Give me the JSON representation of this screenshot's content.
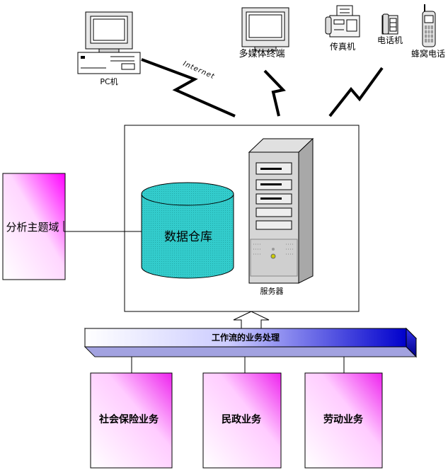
{
  "devices": {
    "pc_label": "PC机",
    "multimedia_label": "多媒体终端",
    "fax_label": "传真机",
    "phone_label": "电话机",
    "cellphone_label": "蜂窝电话"
  },
  "links": {
    "internet_label": "Internet"
  },
  "core": {
    "warehouse_label": "数据仓库",
    "server_label": "服务器"
  },
  "analysis": {
    "label": "分析主题域"
  },
  "workflow": {
    "label": "工作流的业务处理"
  },
  "business": {
    "items": [
      "社会保险业务",
      "民政业务",
      "劳动业务"
    ]
  },
  "colors": {
    "gradient_pink": "#ff00ff",
    "gradient_blue": "#0000cc",
    "cylinder_fill": "#33cccc",
    "line": "#000000"
  }
}
